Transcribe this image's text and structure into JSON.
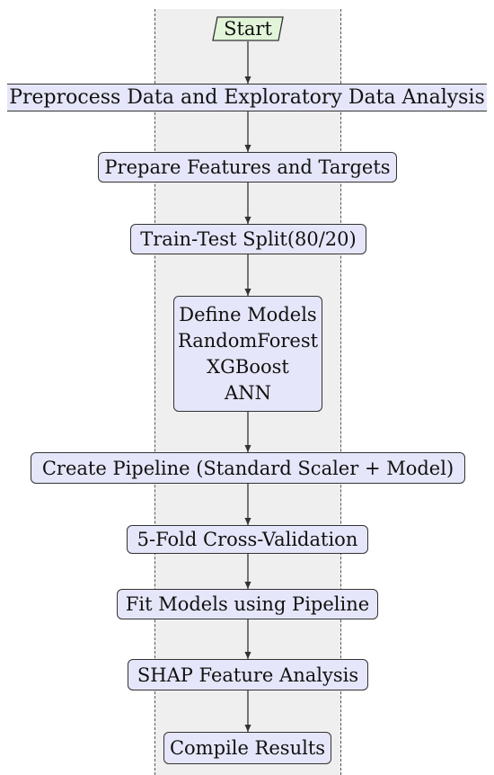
{
  "diagram": {
    "start": "Start",
    "steps": [
      {
        "id": "preprocess",
        "lines": [
          "Preprocess Data and Exploratory Data Analysis"
        ]
      },
      {
        "id": "prepare",
        "lines": [
          "Prepare Features and Targets"
        ]
      },
      {
        "id": "split",
        "lines": [
          "Train-Test Split(80/20)"
        ]
      },
      {
        "id": "models",
        "lines": [
          "Define Models",
          "RandomForest",
          "XGBoost",
          "ANN"
        ]
      },
      {
        "id": "pipeline",
        "lines": [
          "Create Pipeline (Standard Scaler + Model)"
        ]
      },
      {
        "id": "cv",
        "lines": [
          "5-Fold Cross-Validation"
        ]
      },
      {
        "id": "fit",
        "lines": [
          "Fit Models using Pipeline"
        ]
      },
      {
        "id": "shap",
        "lines": [
          "SHAP Feature Analysis"
        ]
      },
      {
        "id": "compile",
        "lines": [
          "Compile Results"
        ]
      }
    ],
    "colors": {
      "start_fill": "#e2f5d9",
      "step_fill": "#e6e6fa",
      "band_fill": "#efefef",
      "stroke": "#333333"
    }
  }
}
